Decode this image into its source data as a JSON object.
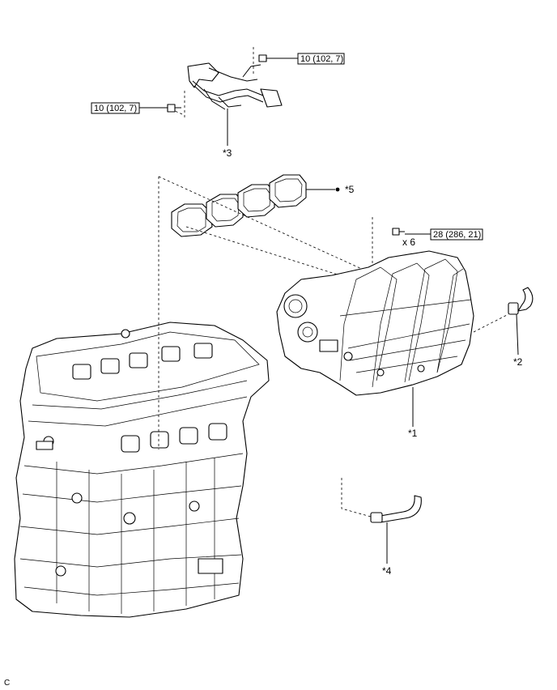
{
  "torques": {
    "t1": "10 (102, 7)",
    "t2": "10 (102, 7)",
    "t3": "28 (286, 21)"
  },
  "quantity": "x 6",
  "callouts": {
    "c1": "*1",
    "c2": "*2",
    "c3": "*3",
    "c4": "*4",
    "c5": "*5"
  },
  "footer_code": "C"
}
